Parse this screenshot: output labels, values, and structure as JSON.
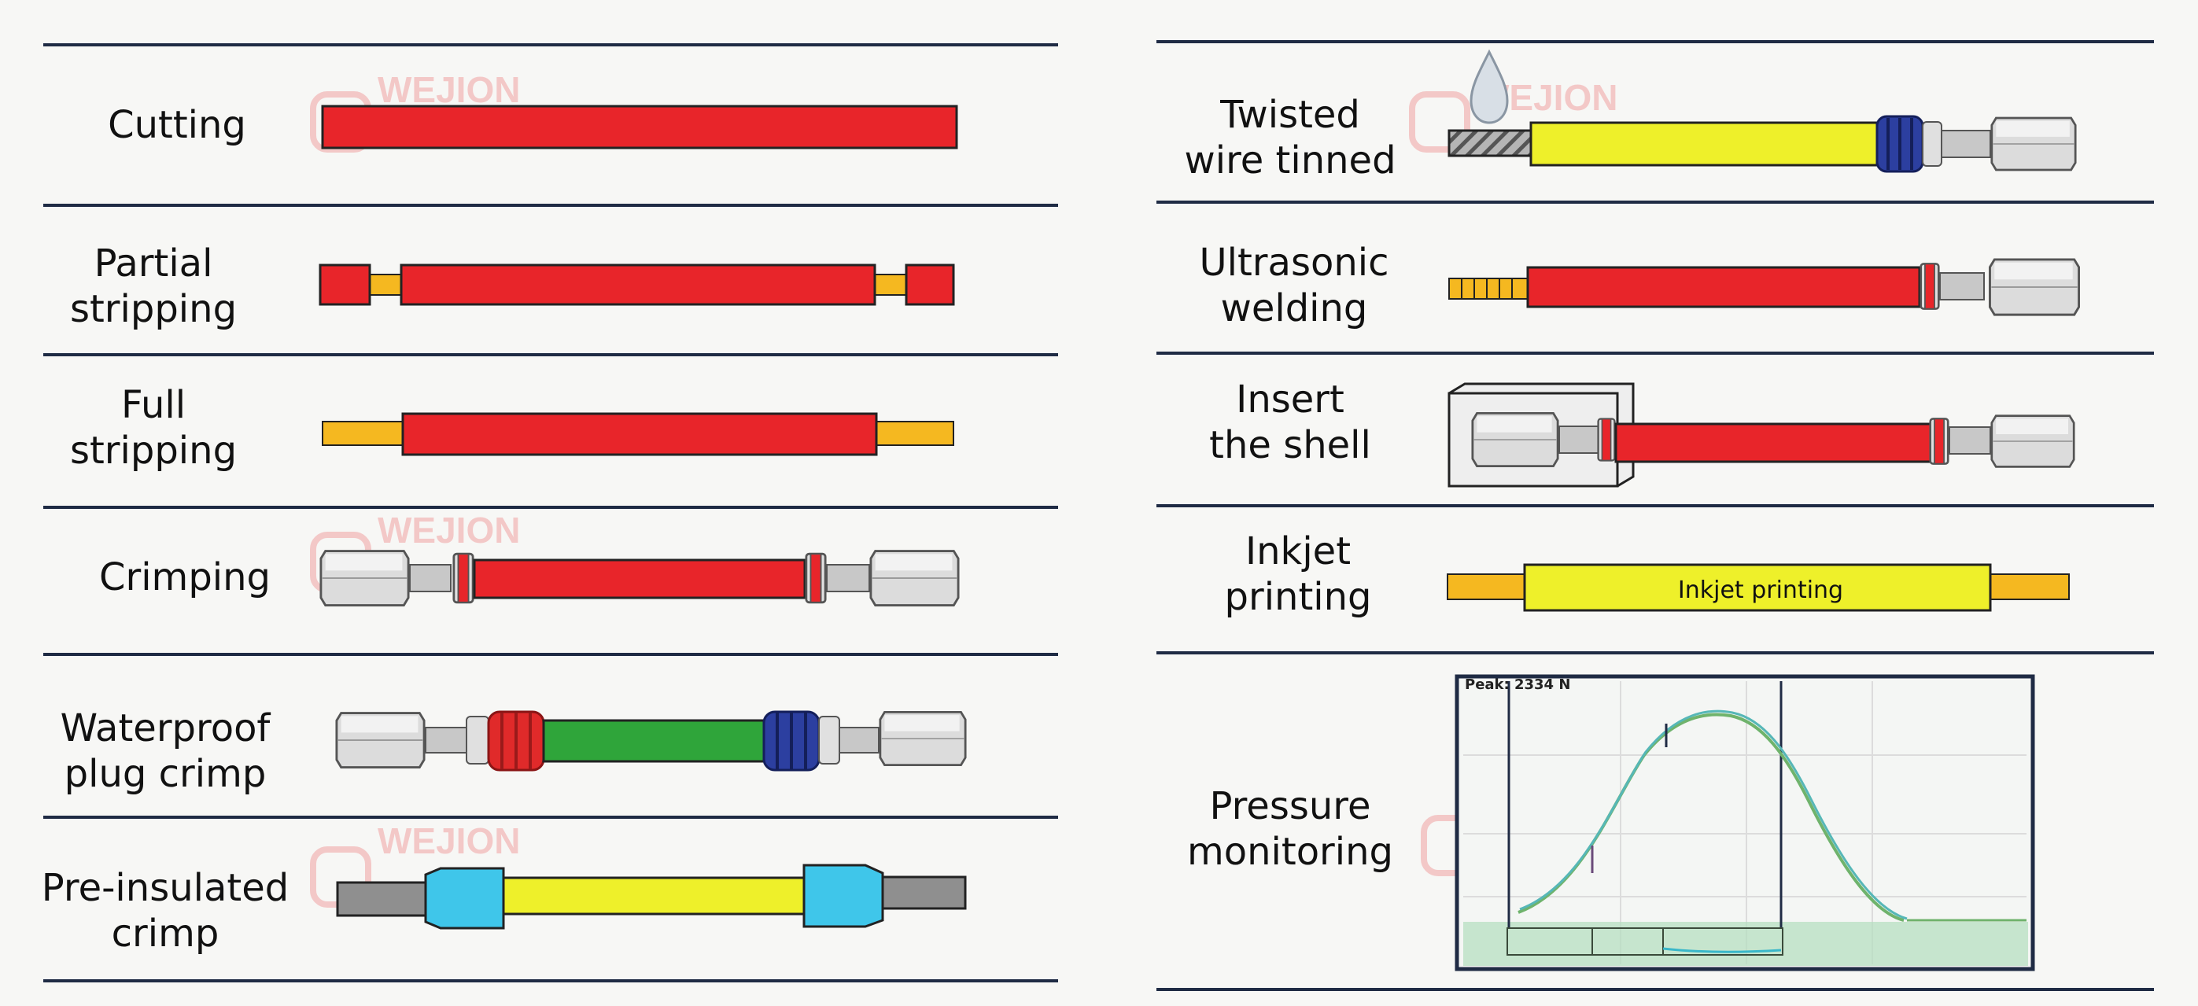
{
  "watermark": "WEJION",
  "processes": [
    {
      "id": "cutting",
      "lines": [
        "Cutting"
      ]
    },
    {
      "id": "partial-stripping",
      "lines": [
        "Partial",
        "stripping"
      ]
    },
    {
      "id": "full-stripping",
      "lines": [
        "Full",
        "stripping"
      ]
    },
    {
      "id": "crimping",
      "lines": [
        "Crimping"
      ]
    },
    {
      "id": "waterproof-plug-crimp",
      "lines": [
        "Waterproof",
        "plug crimp"
      ]
    },
    {
      "id": "pre-insulated-crimp",
      "lines": [
        "Pre-insulated",
        "crimp"
      ]
    },
    {
      "id": "twisted-wire-tinned",
      "lines": [
        "Twisted",
        "wire tinned"
      ]
    },
    {
      "id": "ultrasonic-welding",
      "lines": [
        "Ultrasonic",
        "welding"
      ]
    },
    {
      "id": "insert-the-shell",
      "lines": [
        "Insert",
        "the shell"
      ]
    },
    {
      "id": "inkjet-printing",
      "lines": [
        "Inkjet",
        "printing"
      ]
    },
    {
      "id": "pressure-monitoring",
      "lines": [
        "Pressure",
        "monitoring"
      ]
    }
  ],
  "inkjet_wire_text": "Inkjet printing",
  "pressure_chart": {
    "peak_text": "Peak: 2334 N"
  },
  "colors": {
    "wire_red": "#e8252a",
    "wire_yellow": "#eef02a",
    "wire_green": "#2fa53a",
    "copper": "#f5b820",
    "terminal": "#d9d9d9",
    "seal_red": "#e02a2a",
    "seal_blue": "#2c3fa0",
    "insulator_cyan": "#3fc6ea",
    "divider": "#1f2b44"
  }
}
